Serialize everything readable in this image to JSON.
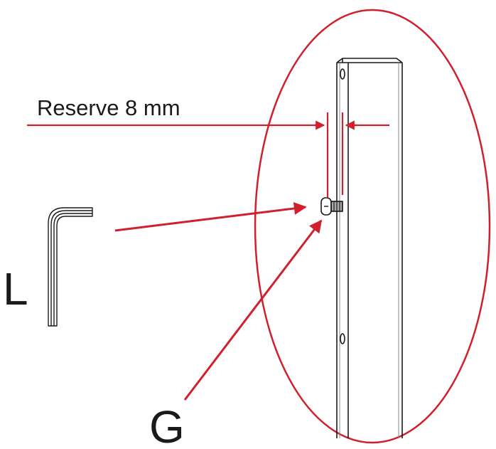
{
  "labels": {
    "reserve": "Reserve 8 mm",
    "part_l": "L",
    "part_g": "G"
  },
  "colors": {
    "accent_red": "#d0202e",
    "line_dark": "#1a1a1a",
    "hatch_gray": "#888888"
  },
  "icons": {
    "hex_key": "hex-key-icon",
    "screw": "screw-icon"
  }
}
